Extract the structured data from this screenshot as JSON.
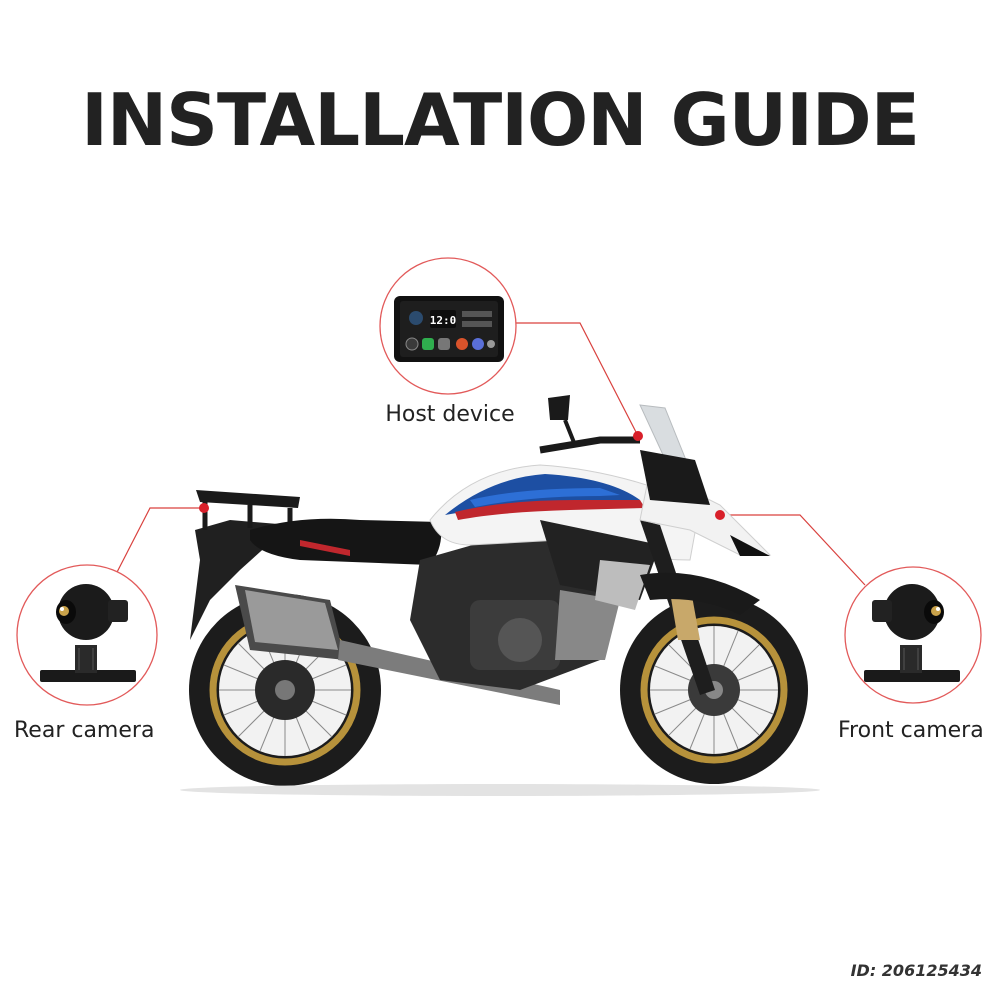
{
  "title": "INSTALLATION GUIDE",
  "labels": {
    "host": "Host device",
    "rear": "Rear camera",
    "front": "Front camera"
  },
  "id_tag": "ID: 206125434",
  "device_screen": {
    "clock": "12:0"
  },
  "colors": {
    "accent_red": "#d8202a",
    "callout_circle": "#e25a5a",
    "tank_blue": "#1d4fa3",
    "wheel_gold": "#b7923b"
  }
}
